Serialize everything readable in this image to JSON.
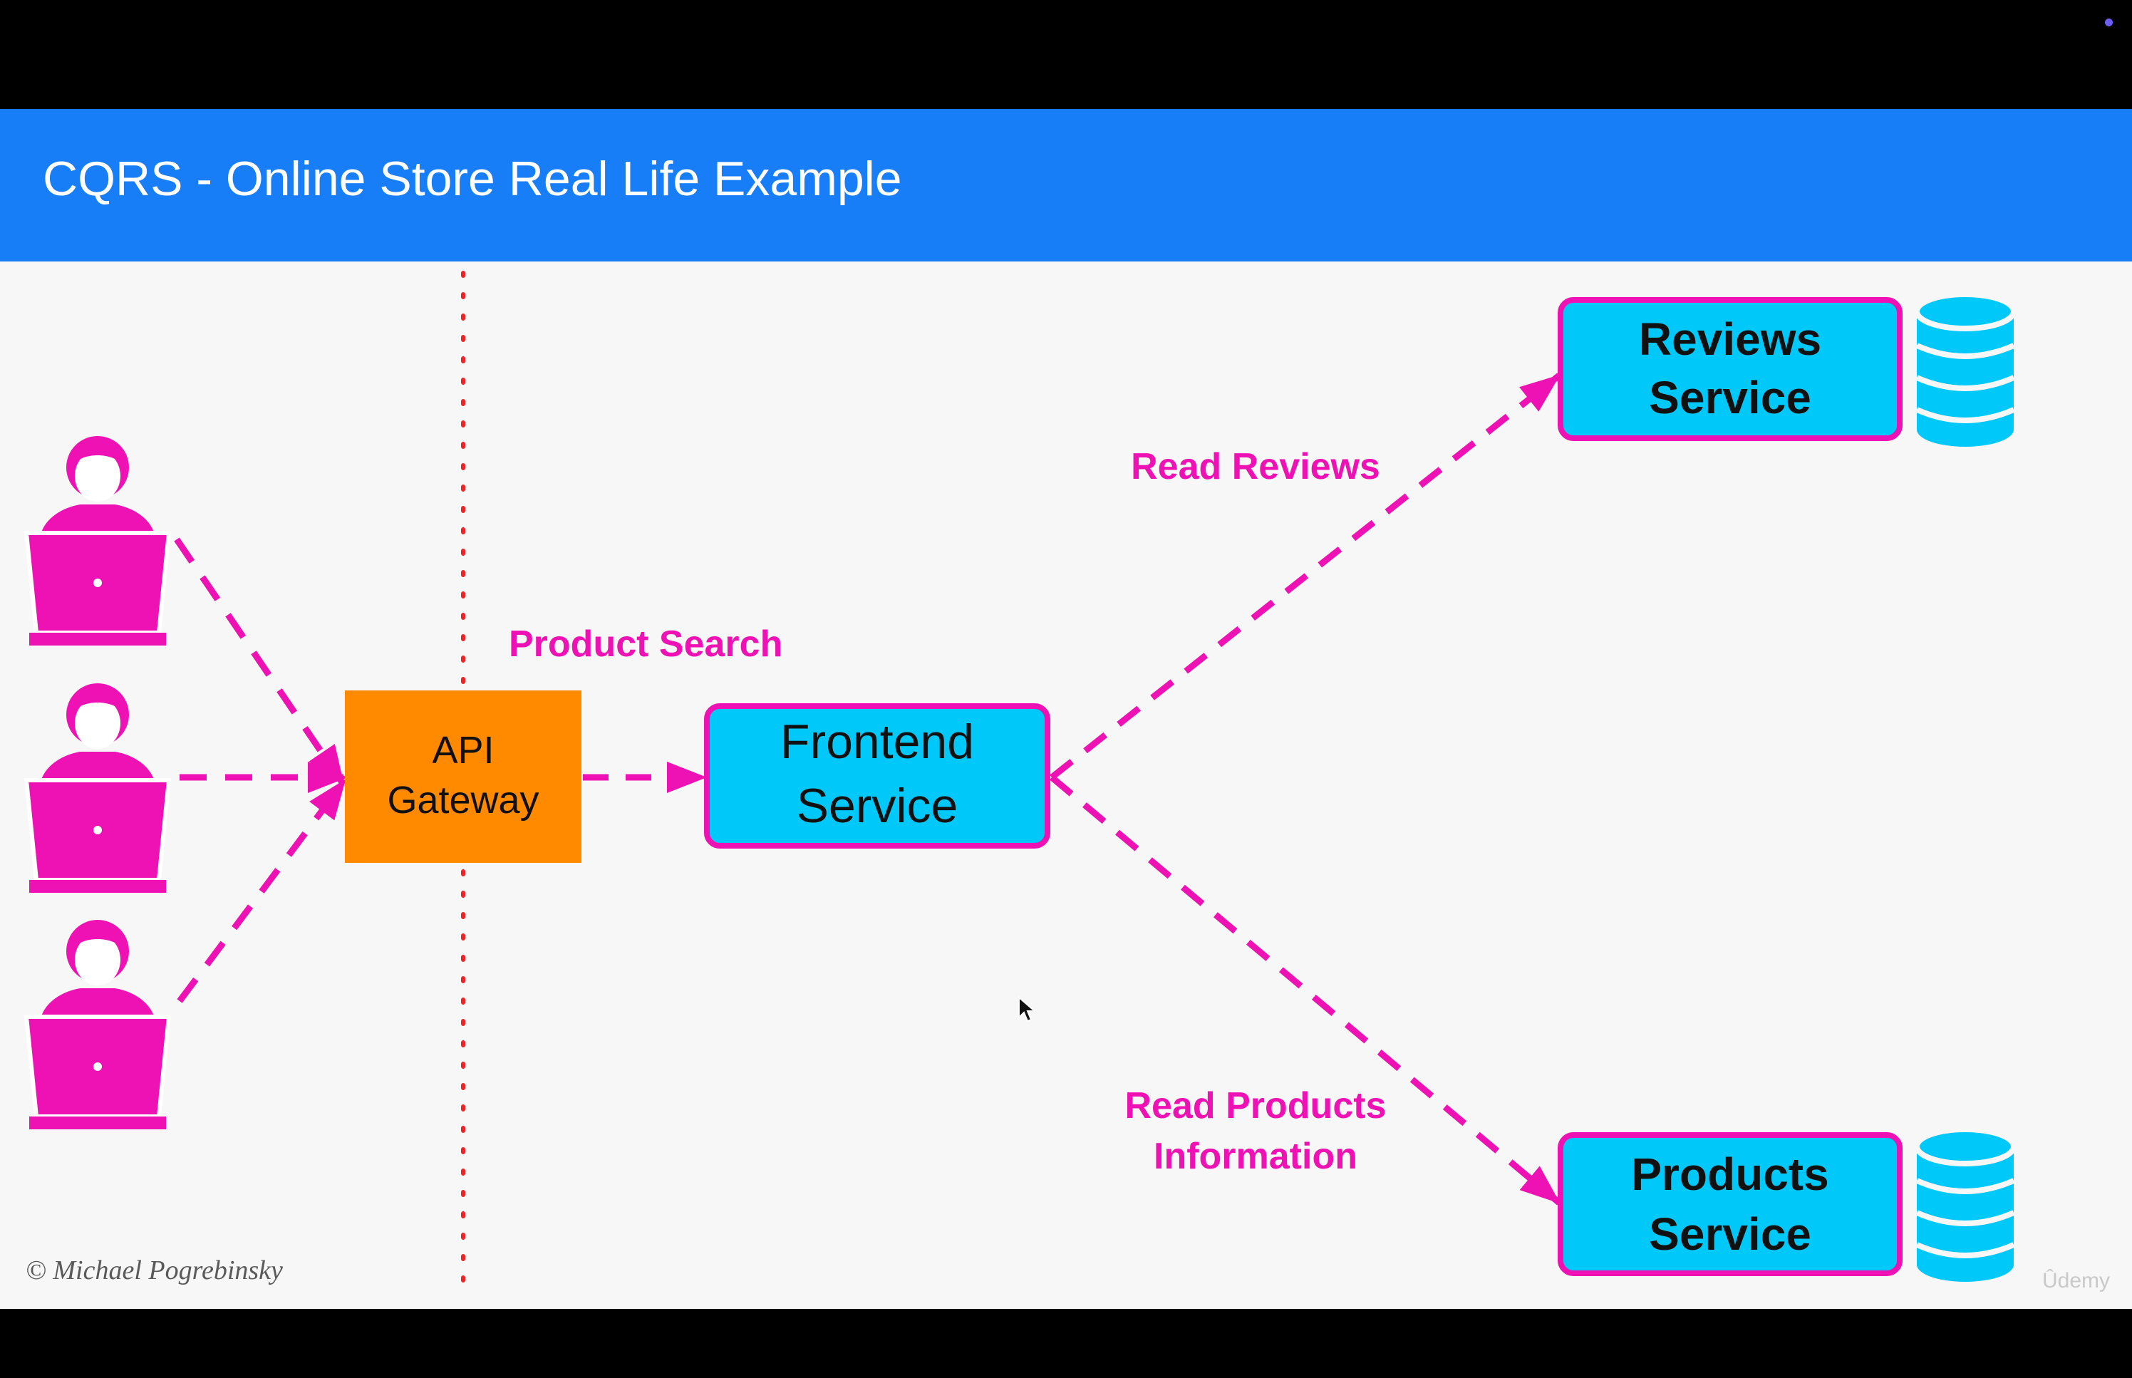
{
  "slide": {
    "title": "CQRS - Online Store Real Life Example",
    "copyright": "© Michael Pogrebinsky",
    "watermark": "Ûdemy"
  },
  "colors": {
    "title_bar": "#177ef8",
    "accent_magenta": "#ee11b4",
    "service_fill": "#00c8f8",
    "gateway_fill": "#ff8a00",
    "boundary_line": "#ee2525",
    "database_fill": "#00c8f8"
  },
  "nodes": {
    "api_gateway": {
      "line1": "API",
      "line2": "Gateway"
    },
    "frontend_service": {
      "line1": "Frontend",
      "line2": "Service"
    },
    "reviews_service": {
      "line1": "Reviews",
      "line2": "Service"
    },
    "products_service": {
      "line1": "Products",
      "line2": "Service"
    }
  },
  "users": [
    {
      "icon": "user-laptop-icon"
    },
    {
      "icon": "user-laptop-icon"
    },
    {
      "icon": "user-laptop-icon"
    }
  ],
  "databases": [
    {
      "icon": "database-icon",
      "for": "Reviews Service"
    },
    {
      "icon": "database-icon",
      "for": "Products Service"
    }
  ],
  "edges": {
    "product_search": {
      "label": "Product Search"
    },
    "read_reviews": {
      "label": "Read Reviews"
    },
    "read_products": {
      "line1": "Read Products",
      "line2": "Information"
    }
  }
}
